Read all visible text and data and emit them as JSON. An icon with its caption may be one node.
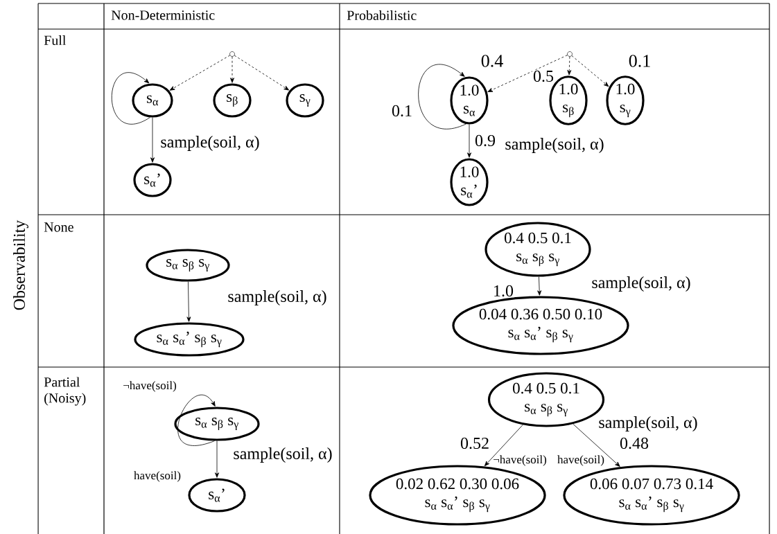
{
  "diagram": {
    "nodes": [
      {
        "text": [],
        "shape": "circle"
      },
      {
        "text": [
          "s$_{α}$"
        ]
      },
      {
        "text": [
          "s$_{β}$"
        ]
      },
      {
        "text": [
          "s$_{γ}$"
        ]
      },
      {
        "text": [
          "s$_{α}$’"
        ]
      },
      {
        "text": [],
        "shape": "circle"
      },
      {
        "text": [
          "1.0",
          "s$_{α}$"
        ]
      },
      {
        "text": [
          "1.0",
          "s$_{β}$"
        ]
      },
      {
        "text": [
          "1.0",
          "s$_{γ}$"
        ]
      },
      {
        "text": [
          "1.0",
          "s$_{α}$’"
        ]
      },
      {
        "text": [
          "s$_{α}$ s$_{β}$ s$_{γ}$"
        ]
      },
      {
        "text": [
          "s$_{α}$ s$_{α}$’ s$_{β}$ s$_{γ}$"
        ]
      },
      {
        "text": [
          "0.4 0.5 0.1",
          "s$_{α}$   s$_{β}$   s$_{γ}$"
        ]
      },
      {
        "text": [
          "0.04 0.36 0.50 0.10",
          "s$_{α}$   s$_{α}$’   s$_{β}$   s$_{γ}$"
        ]
      },
      {
        "text": [
          "s$_{α}$ s$_{β}$ s$_{γ}$"
        ]
      },
      {
        "text": [
          "s$_{α}$’"
        ]
      },
      {
        "text": [
          "0.4 0.5 0.1",
          "s$_{α}$   s$_{β}$   s$_{γ}$"
        ]
      },
      {
        "text": [
          "0.02 0.62 0.30 0.06",
          "s$_{α}$   s$_{α}$’   s$_{β}$   s$_{γ}$"
        ]
      },
      {
        "text": [
          "0.06 0.07 0.73 0.14",
          "s$_{α}$   s$_{α}$’   s$_{β}$   s$_{γ}$"
        ]
      }
    ],
    "edges": [
      {
        "from": 0,
        "to": 1,
        "arrow": "to",
        "style": "dashed"
      },
      {
        "from": 0,
        "to": 2,
        "arrow": "to",
        "style": "dashed"
      },
      {
        "from": 0,
        "to": 3,
        "arrow": "to",
        "style": "dashed"
      },
      {
        "from": 1,
        "to": 1,
        "arrow": "to"
      },
      {
        "from": 1,
        "to": 4,
        "arrow": "to",
        "label": "sample(soil, α)"
      },
      {
        "from": 5,
        "to": 6,
        "arrow": "to",
        "style": "dashed",
        "label": "0.4"
      },
      {
        "from": 5,
        "to": 7,
        "arrow": "to",
        "style": "dashed",
        "label": "0.5"
      },
      {
        "from": 5,
        "to": 8,
        "arrow": "to",
        "style": "dashed",
        "label": "0.1"
      },
      {
        "from": 6,
        "to": 6,
        "arrow": "to",
        "label": "0.1"
      },
      {
        "from": 6,
        "to": 9,
        "arrow": "to",
        "label": "0.9"
      },
      {
        "from": 10,
        "to": 11,
        "arrow": "to",
        "label": "sample(soil, α)"
      },
      {
        "from": 12,
        "to": 13,
        "arrow": "to",
        "label": "1.0"
      },
      {
        "from": 14,
        "to": 14,
        "arrow": "to",
        "label": "¬have(soil)"
      },
      {
        "from": 14,
        "to": 15,
        "arrow": "to",
        "label": "have(soil)"
      },
      {
        "from": 16,
        "to": 17,
        "arrow": "to",
        "label": "0.52"
      },
      {
        "from": 16,
        "to": 18,
        "arrow": "to",
        "label": "0.48"
      }
    ],
    "labels": [
      "Observability",
      "Non-Deterministic",
      "Probabilistic",
      "Full",
      "sample(soil, α)",
      "None",
      "sample(soil, α)",
      "Partial (Noisy)",
      "sample(soil, α)",
      "sample(soil, α)",
      "¬have(soil)",
      "have(soil)"
    ]
  }
}
